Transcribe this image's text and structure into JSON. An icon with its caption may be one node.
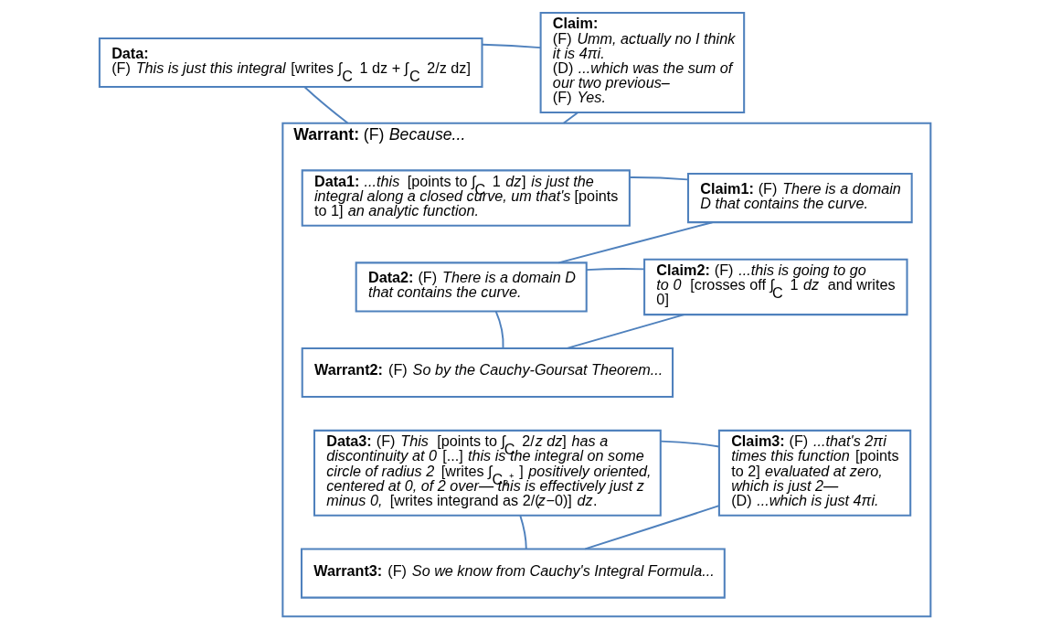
{
  "diagram": {
    "nodes": [
      {
        "text": [
          "**Data:**",
          "(F) *This is just this integral* [writes ∫$_{C}$ 1 dz + ∫$_{C}$ 2/z dz]"
        ]
      },
      {
        "text": [
          "**Claim:**",
          "(F) *Umm, actually no I think it is 4πi.*",
          "(D) *...which was the sum of our two previous–*",
          "(F) *Yes.*"
        ]
      },
      {
        "text": [
          "**Warrant:** (F) *Because...*"
        ]
      },
      {
        "text": [
          "**Data1:** *...this* [points to ∫$_{C}$ 1 *dz*] *is just the integral along a closed curve, um that's* [points to 1] *an analytic function.*"
        ],
        "in": 2
      },
      {
        "text": [
          "**Claim1:** (F) *There is a domain D that contains the curve.*"
        ],
        "in": 2
      },
      {
        "text": [
          "**Data2:** (F) *There is a domain D that contains the curve.*"
        ],
        "in": 2
      },
      {
        "text": [
          "**Claim2:** (F) *...this is going to go to 0* [crosses off ∫$_{C}$ 1 *dz* and writes 0]"
        ],
        "in": 2
      },
      {
        "text": [
          "**Warrant2:** (F) *So by the Cauchy-Goursat Theorem...*"
        ],
        "in": 2
      },
      {
        "text": [
          "**Data3:** (F) *This* [points to ∫$_{C}$ 2/*z* *dz*] *has a discontinuity at 0* [...] *this is the integral on some circle of radius 2* [writes ∫$_{C₂⁺}$ ] *positively oriented, centered at 0, of 2 over— this is effectively just z minus 0,* [writes integrand as 2/(*z*−0)] *dz*."
        ],
        "in": 2
      },
      {
        "text": [
          "**Claim3:** (F) *...that's 2πi times this function* [points to 2] *evaluated at zero, which is just 2—*",
          "(D) *...which is just 4πi.*"
        ],
        "in": 2
      },
      {
        "text": [
          "**Warrant3:** (F) *So we know from Cauchy's Integral Formula...*"
        ],
        "in": 2
      }
    ],
    "edges": [
      {
        "from": 0,
        "to": 1,
        "arrow": "none"
      },
      {
        "from": 2,
        "to": 0,
        "arrow": "none"
      },
      {
        "from": 2,
        "to": 1,
        "arrow": "none"
      },
      {
        "from": 3,
        "to": 4,
        "arrow": "none"
      },
      {
        "from": 4,
        "to": 5,
        "arrow": "none"
      },
      {
        "from": 5,
        "to": 6,
        "arrow": "none"
      },
      {
        "from": 7,
        "to": 5,
        "arrow": "none"
      },
      {
        "from": 7,
        "to": 6,
        "arrow": "none"
      },
      {
        "from": 8,
        "to": 9,
        "arrow": "none"
      },
      {
        "from": 10,
        "to": 8,
        "arrow": "none"
      },
      {
        "from": 10,
        "to": 9,
        "arrow": "none"
      }
    ]
  }
}
